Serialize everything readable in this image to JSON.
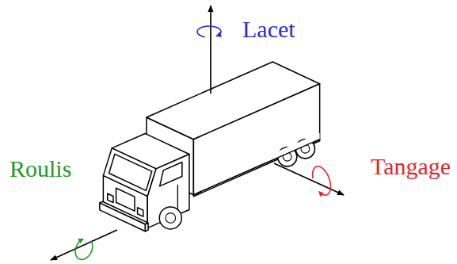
{
  "diagram": {
    "labels": [
      "Lacet",
      "Tangage",
      "Roulis"
    ]
  }
}
